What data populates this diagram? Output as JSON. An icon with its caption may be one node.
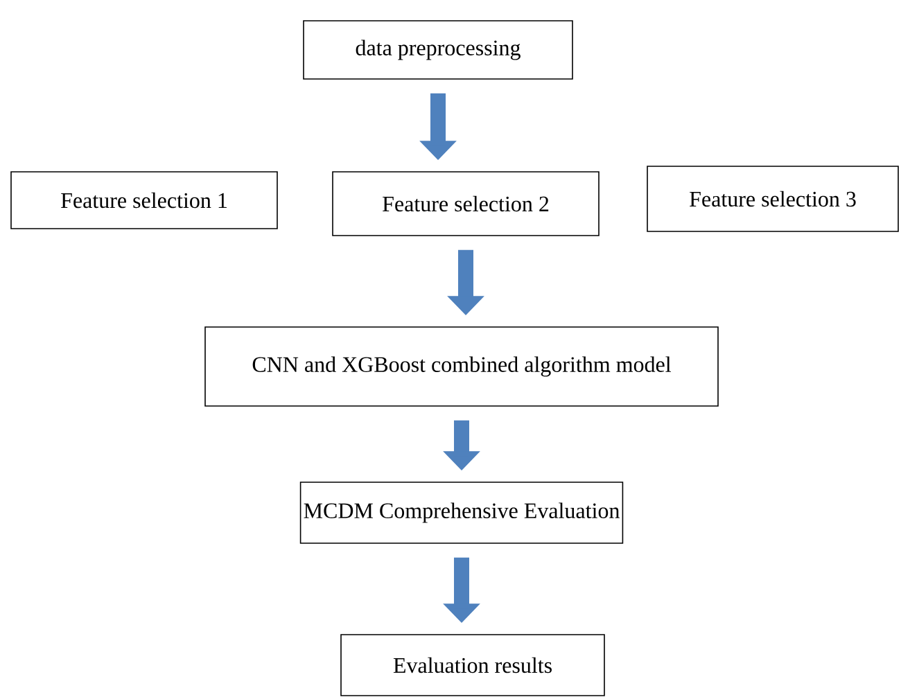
{
  "diagram": {
    "nodes": [
      {
        "text": [
          "data preprocessing"
        ]
      },
      {
        "text": [
          "Feature selection 1"
        ]
      },
      {
        "text": [
          "Feature selection 2"
        ]
      },
      {
        "text": [
          "Feature selection 3"
        ]
      },
      {
        "text": [
          "CNN and XGBoost combined algorithm model"
        ]
      },
      {
        "text": [
          "MCDM Comprehensive Evaluation"
        ]
      },
      {
        "text": [
          "Evaluation results"
        ]
      }
    ],
    "edges": [
      {
        "from": 0,
        "to": 2,
        "arrow": "to"
      },
      {
        "from": 2,
        "to": 4,
        "arrow": "to"
      },
      {
        "from": 4,
        "to": 5,
        "arrow": "to"
      },
      {
        "from": 5,
        "to": 6,
        "arrow": "to"
      }
    ]
  }
}
